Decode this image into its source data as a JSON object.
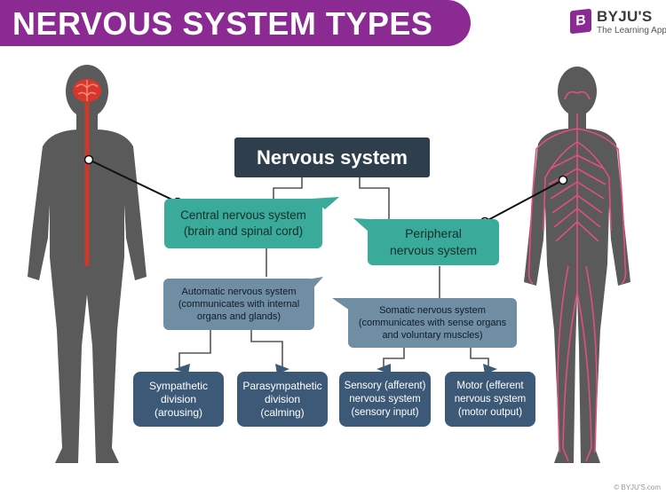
{
  "header": {
    "title": "NERVOUS SYSTEM TYPES"
  },
  "logo": {
    "mark": "B",
    "name": "BYJU'S",
    "tagline": "The Learning App"
  },
  "diagram": {
    "root": "Nervous system",
    "cns": "Central nervous system\n(brain and spinal cord)",
    "pns": "Peripheral\nnervous system",
    "ans": "Automatic nervous system\n(communicates with internal\norgans and glands)",
    "sns": "Somatic nervous system\n(communicates with sense organs\nand voluntary muscles)",
    "sympathetic": "Sympathetic\ndivision\n(arousing)",
    "parasympathetic": "Parasympathetic\ndivision\n(calming)",
    "sensory": "Sensory (afferent)\nnervous system\n(sensory input)",
    "motor": "Motor (efferent\nnervous system\n(motor output)"
  },
  "colors": {
    "banner": "#8a2a92",
    "root": "#2f3e4d",
    "cns_pns": "#3aaa9a",
    "ans_sns": "#6f8da3",
    "divisions": "#3c5a78",
    "brain": "#d9362b",
    "nerves": "#e0507e"
  },
  "watermark": "© BYJU'S.com"
}
